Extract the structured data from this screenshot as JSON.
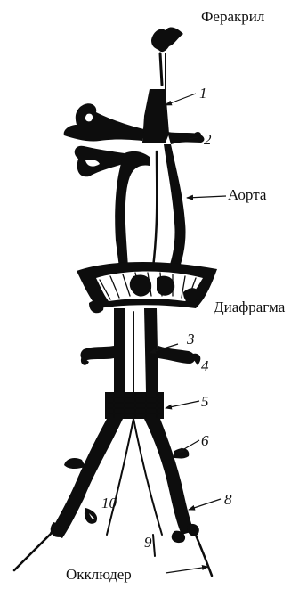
{
  "labels": {
    "top_right": "Феракрил",
    "aorta": "Аорта",
    "diaphragm": "Диафрагма",
    "occluder": "Окклюдер",
    "n1": "1",
    "n2": "2",
    "n3": "3",
    "n4": "4",
    "n5": "5",
    "n6": "6",
    "n8": "8",
    "n9": "9",
    "n10": "10"
  },
  "colors": {
    "ink": "#0d0d0d",
    "background": "#ffffff"
  }
}
